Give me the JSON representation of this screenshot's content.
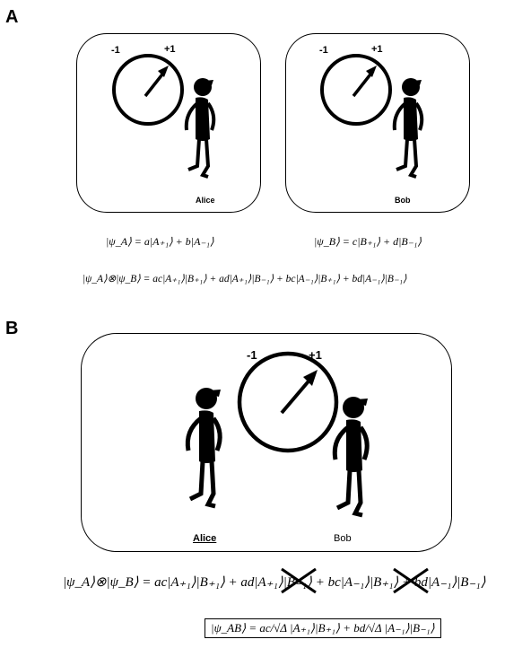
{
  "panels": {
    "a": {
      "letter": "A",
      "alice_label": "Alice",
      "bob_label": "Bob",
      "dial_left_minus": "-1",
      "dial_left_plus": "+1",
      "dial_right_minus": "-1",
      "dial_right_plus": "+1",
      "eq_psi_a": "|ψ_A⟩ = a|A₊₁⟩ + b|A₋₁⟩",
      "eq_psi_b": "|ψ_B⟩ = c|B₊₁⟩ + d|B₋₁⟩",
      "eq_product": "|ψ_A⟩⊗|ψ_B⟩ = ac|A₊₁⟩|B₊₁⟩ + ad|A₊₁⟩|B₋₁⟩ + bc|A₋₁⟩|B₊₁⟩ + bd|A₋₁⟩|B₋₁⟩"
    },
    "b": {
      "letter": "B",
      "alice_label": "Alice",
      "bob_label": "Bob",
      "dial_minus": "-1",
      "dial_plus": "+1",
      "eq_product": "|ψ_A⟩⊗|ψ_B⟩ = ac|A₊₁⟩|B₊₁⟩ + ad|A₊₁⟩|B₋₁⟩ + bc|A₋₁⟩|B₊₁⟩ + bd|A₋₁⟩|B₋₁⟩",
      "eq_result": "|ψ_AB⟩ = ac/√Δ |A₊₁⟩|B₊₁⟩ + bd/√Δ |A₋₁⟩|B₋₁⟩"
    }
  }
}
